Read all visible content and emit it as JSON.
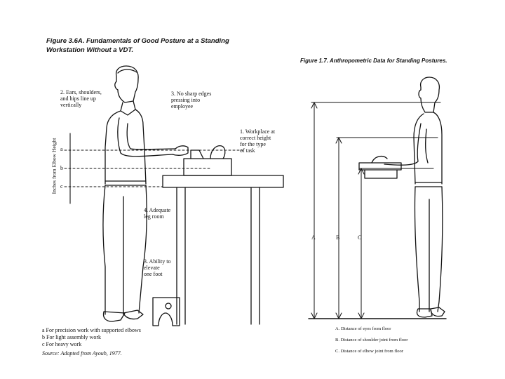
{
  "left_figure": {
    "title_line1": "Figure 3.6A.  Fundamentals of Good Posture at a Standing",
    "title_line2": "Workstation Without a VDT.",
    "callouts": {
      "c2": "2. Ears, shoulders,\nand hips line up\nvertically",
      "c3": "3. No sharp edges\npressing into\nemployee",
      "c1": "1. Workplace at\ncorrect height\nfor the type\nof task",
      "c4": "4. Adequate\nleg room",
      "c5": "3. Ability to\nelevate\none foot"
    },
    "axis_label": "Inches from Elbow Height",
    "marks": [
      "a",
      "b",
      "c"
    ],
    "notes": [
      "a For precision work with supported elbows",
      "b For light assembly work",
      "c For heavy work"
    ],
    "source": "Source: Adapted from Ayoub, 1977."
  },
  "right_figure": {
    "title": "Figure 1.7.  Anthropometric Data for Standing Postures.",
    "dimension_letters": [
      "A",
      "B",
      "C"
    ],
    "legend": [
      "A.  Distance of eyes from floor",
      "B.  Distance of shoulder joint from floor",
      "C.  Distance of elbow joint from floor"
    ]
  }
}
